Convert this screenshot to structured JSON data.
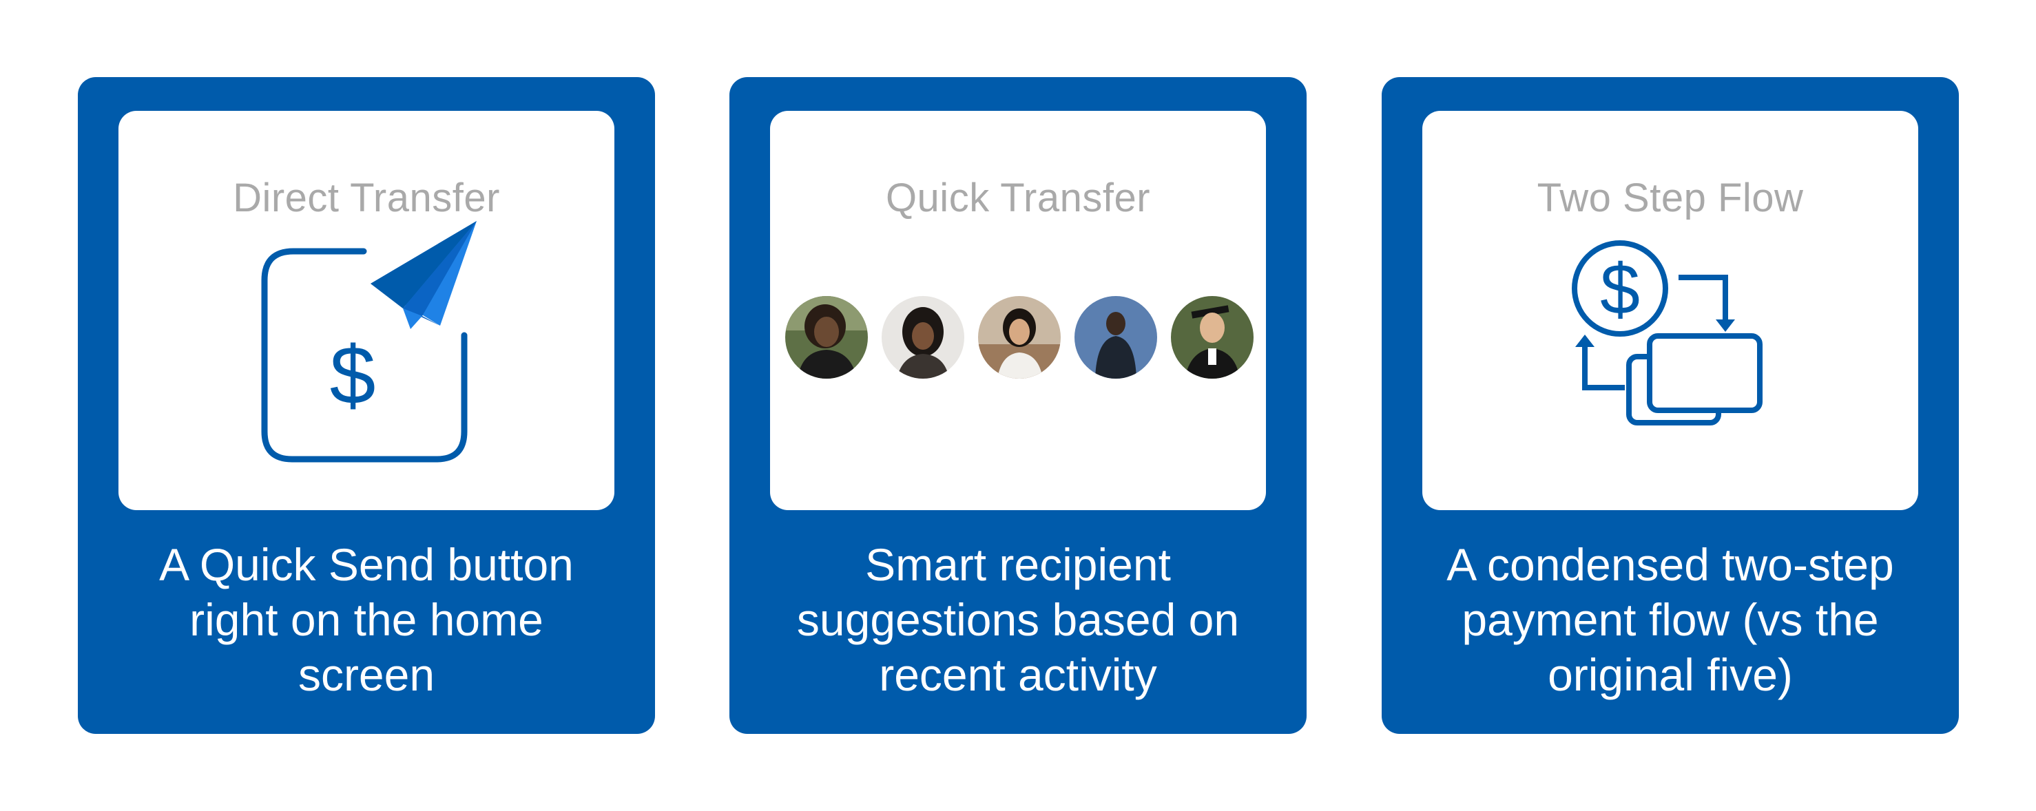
{
  "brand": {
    "card_color": "#005bab",
    "panel_color": "#ffffff",
    "title_color": "#a9a9a9"
  },
  "cards": [
    {
      "title": "Direct Transfer",
      "caption_lines": [
        "A Quick Send button",
        "right on the home",
        "screen"
      ],
      "icon": "paper-plane-dollar-icon"
    },
    {
      "title": "Quick Transfer",
      "caption_lines": [
        "Smart recipient",
        "suggestions based on",
        "recent activity"
      ],
      "avatars": [
        "avatar-1",
        "avatar-2",
        "avatar-3",
        "avatar-4",
        "avatar-5"
      ]
    },
    {
      "title": "Two Step Flow",
      "caption_lines": [
        "A condensed two-step",
        "payment flow (vs the",
        "original five)"
      ],
      "icon": "dollar-cycle-cards-icon"
    }
  ]
}
